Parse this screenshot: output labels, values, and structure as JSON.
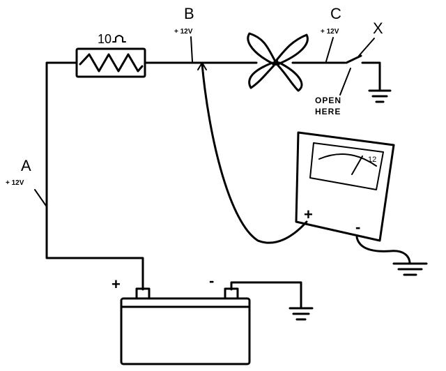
{
  "labels": {
    "a": "A",
    "a_voltage": "+ 12V",
    "b": "B",
    "b_voltage": "+ 12V",
    "c": "C",
    "c_voltage": "+ 12V",
    "x": "X",
    "open_here_line1": "OPEN",
    "open_here_line2": "HERE",
    "resistor_value": "10",
    "meter_scale": "12",
    "meter_plus": "+",
    "meter_minus": "-",
    "battery_plus": "+",
    "battery_minus": "-"
  },
  "icons": {
    "resistor": "resistor-icon",
    "fan": "fan-icon",
    "ground": "ground-icon",
    "battery": "battery-icon",
    "voltmeter": "voltmeter-icon"
  }
}
